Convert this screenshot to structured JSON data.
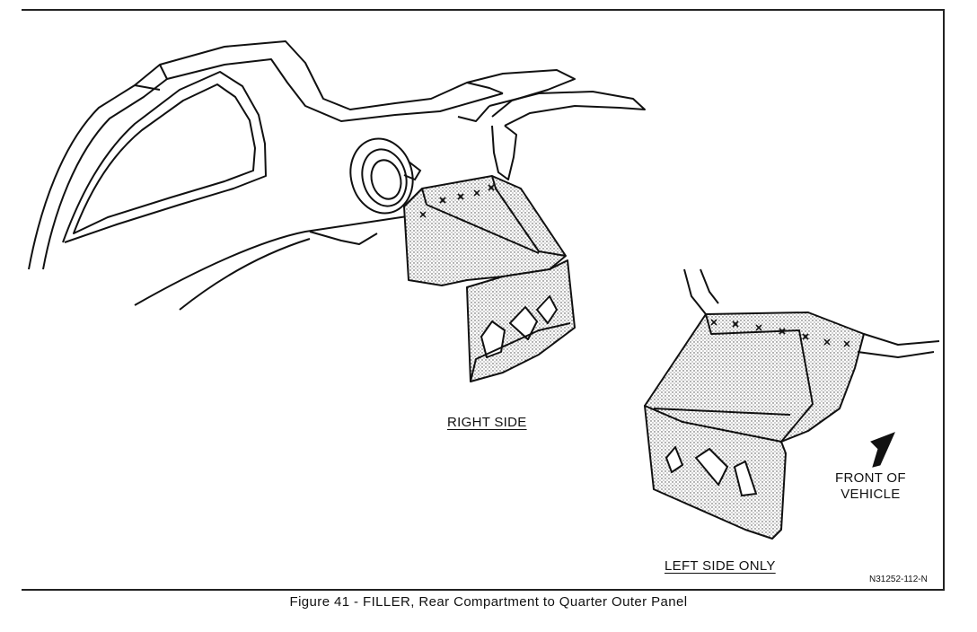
{
  "figure": {
    "caption": "Figure 41 - FILLER, Rear Compartment to Quarter Outer Panel",
    "reference_code": "N31252-112-N"
  },
  "labels": {
    "right_side": "RIGHT SIDE",
    "left_side": "LEFT SIDE ONLY",
    "front_line1": "FRONT OF",
    "front_line2": "VEHICLE"
  }
}
